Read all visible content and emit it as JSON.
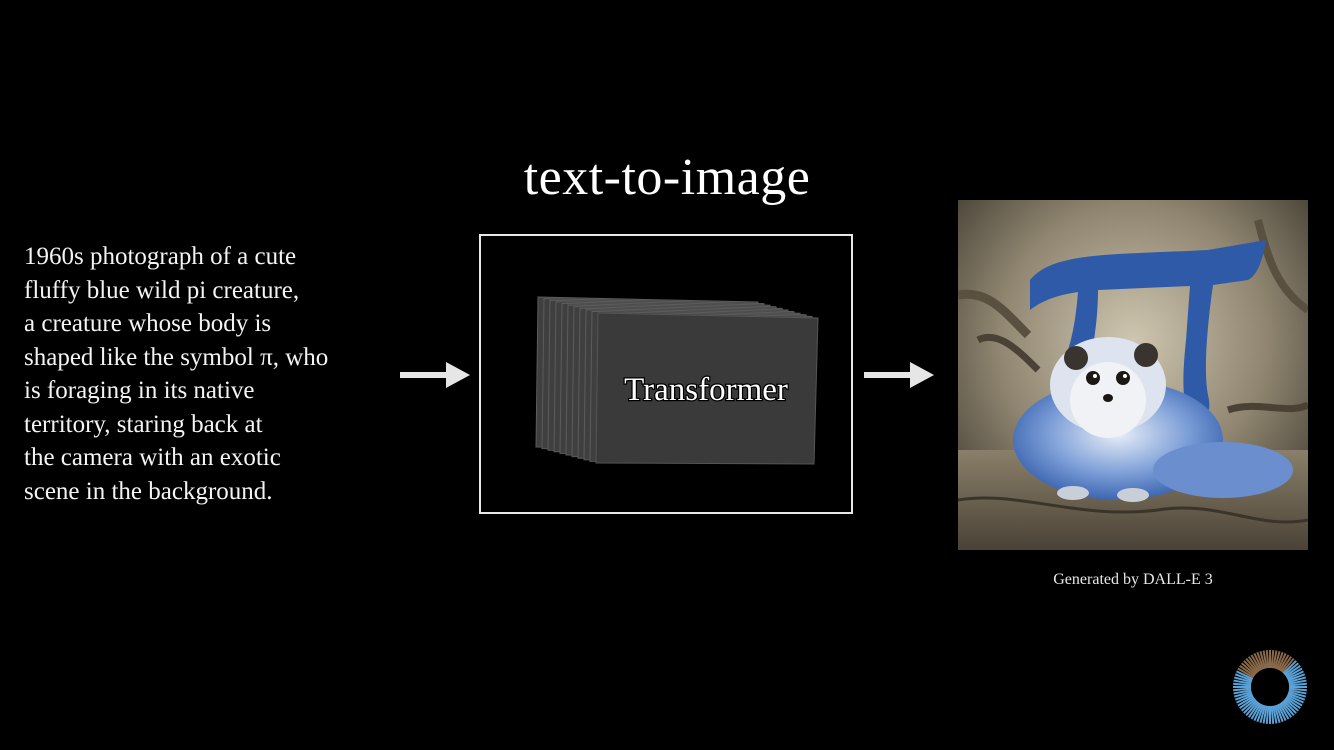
{
  "title": "text-to-image",
  "prompt": {
    "lines": [
      "1960s photograph of a cute",
      "fluffy blue wild pi creature,",
      "a creature whose body is",
      "shaped like the symbol π, who",
      "is foraging in its native",
      "territory, staring back at",
      "the camera with an exotic",
      "scene in the background."
    ]
  },
  "model": {
    "label": "Transformer"
  },
  "output_image": {
    "caption": "Generated by DALL-E 3",
    "symbol": "π"
  },
  "colors": {
    "background": "#000000",
    "text": "#f4f4f4",
    "block_face": "#3a3a3a",
    "pi_blue": "#2f5aa8",
    "photo_sepia": "#a49880"
  }
}
